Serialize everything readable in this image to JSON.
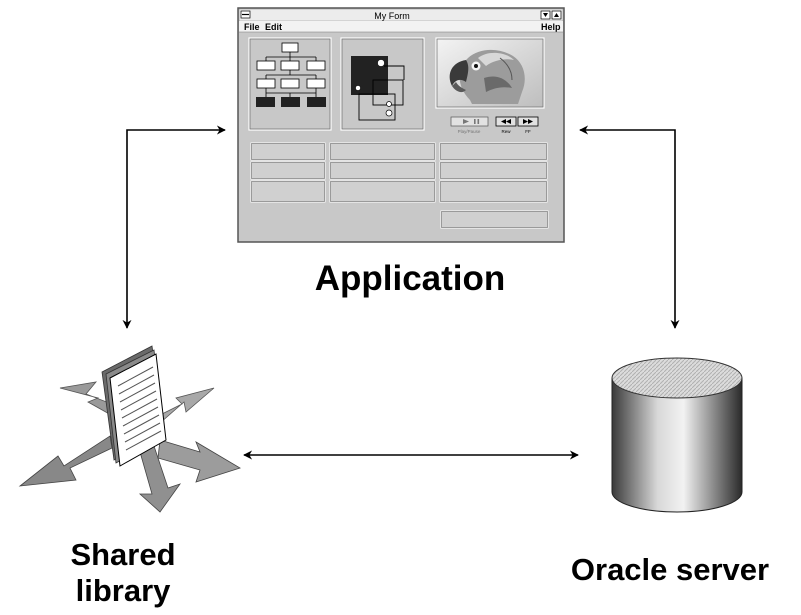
{
  "application": {
    "caption": "Application",
    "window": {
      "title": "My Form",
      "menu": {
        "file": "File",
        "edit": "Edit",
        "help": "Help"
      },
      "media": {
        "play_pause": "Play/Pause",
        "rew": "Rew",
        "ff": "FF"
      }
    }
  },
  "shared_library": {
    "caption_line1": "Shared",
    "caption_line2": "library"
  },
  "oracle_server": {
    "caption": "Oracle server"
  },
  "colors": {
    "window_bg": "#c8c8c8",
    "line": "#000000",
    "arrow_3d": "#9a9a9a"
  }
}
